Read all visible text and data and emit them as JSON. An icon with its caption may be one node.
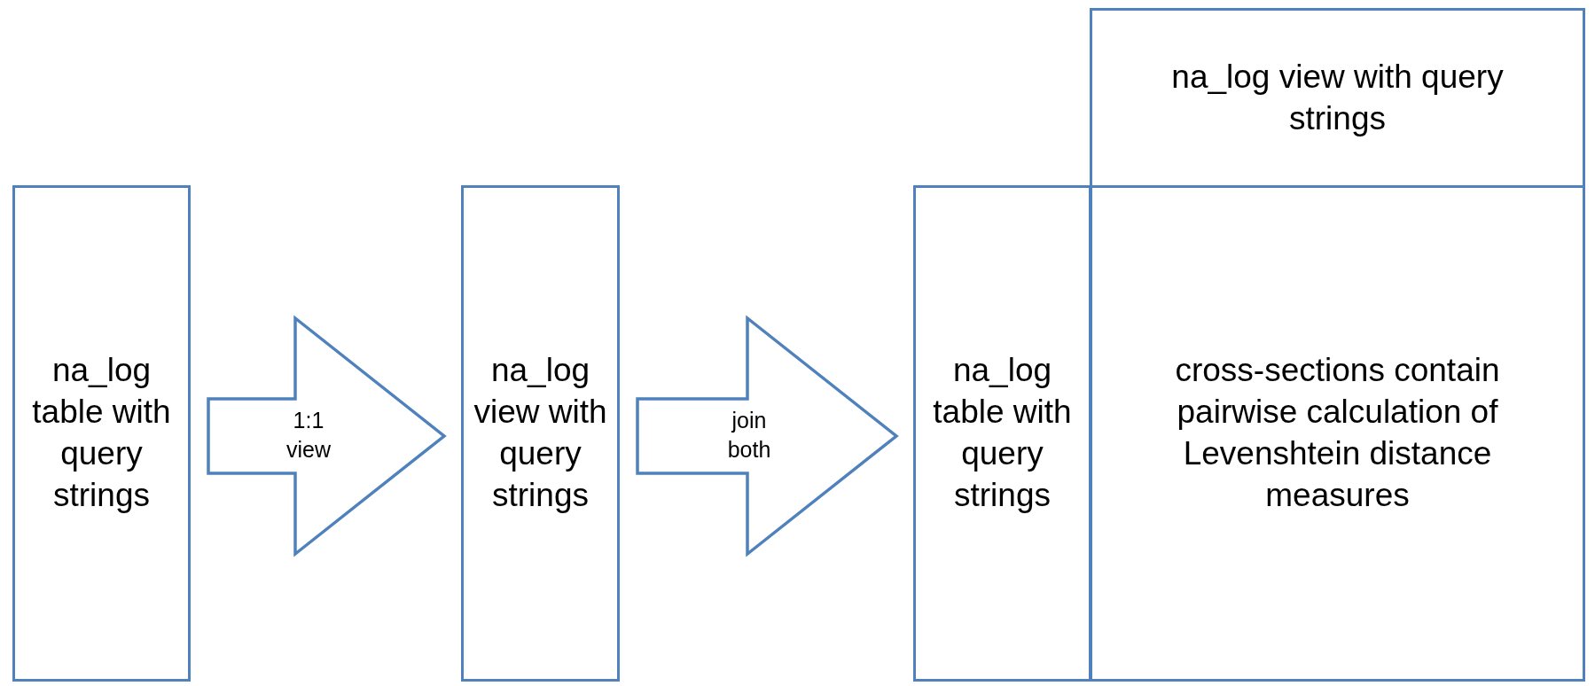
{
  "diagram": {
    "nodes": [
      {
        "text": [
          "na_log table with query strings"
        ]
      },
      {
        "text": [
          "na_log view with query strings"
        ]
      },
      {
        "text": [
          "na_log table with query strings"
        ]
      },
      {
        "text": [
          "na_log view with query strings"
        ]
      },
      {
        "text": [
          "cross-sections contain pairwise calculation of Levenshtein distance measures"
        ]
      }
    ],
    "edges": [
      {
        "from": 0,
        "to": 1,
        "arrow": "to",
        "label": "1:1 view"
      },
      {
        "from": 1,
        "to": 2,
        "arrow": "to",
        "label": "join both"
      }
    ]
  }
}
